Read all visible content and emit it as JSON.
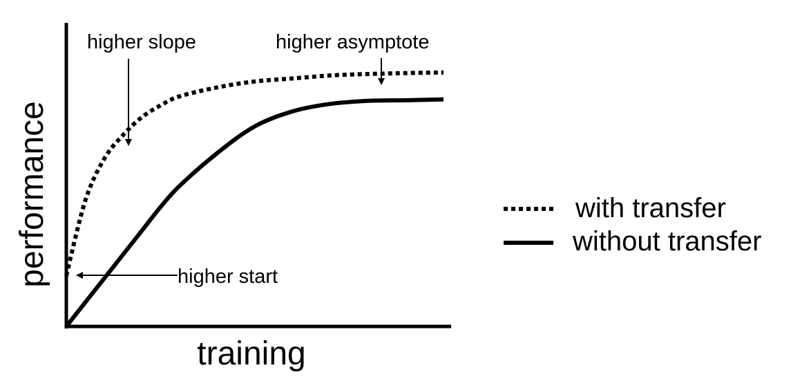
{
  "chart_data": {
    "type": "line",
    "xlabel": "training",
    "ylabel": "performance",
    "xlim": [
      0,
      1
    ],
    "ylim": [
      0,
      1
    ],
    "grid": false,
    "legend_position": "right",
    "series": [
      {
        "name": "with transfer",
        "style": "dotted",
        "color": "#000000",
        "x": [
          0,
          0.05,
          0.1,
          0.15,
          0.2,
          0.25,
          0.3,
          0.4,
          0.5,
          0.6,
          0.7,
          0.8,
          0.9,
          1.0
        ],
        "y": [
          0.17,
          0.42,
          0.56,
          0.64,
          0.7,
          0.74,
          0.77,
          0.8,
          0.82,
          0.83,
          0.84,
          0.845,
          0.848,
          0.85
        ]
      },
      {
        "name": "without transfer",
        "style": "solid",
        "color": "#000000",
        "x": [
          0,
          0.05,
          0.1,
          0.15,
          0.2,
          0.25,
          0.3,
          0.4,
          0.5,
          0.6,
          0.7,
          0.8,
          0.9,
          1.0
        ],
        "y": [
          0,
          0.08,
          0.16,
          0.24,
          0.32,
          0.4,
          0.47,
          0.58,
          0.67,
          0.72,
          0.745,
          0.755,
          0.757,
          0.76
        ]
      }
    ],
    "annotations": [
      {
        "text": "higher slope"
      },
      {
        "text": "higher asymptote"
      },
      {
        "text": "higher start"
      }
    ]
  }
}
